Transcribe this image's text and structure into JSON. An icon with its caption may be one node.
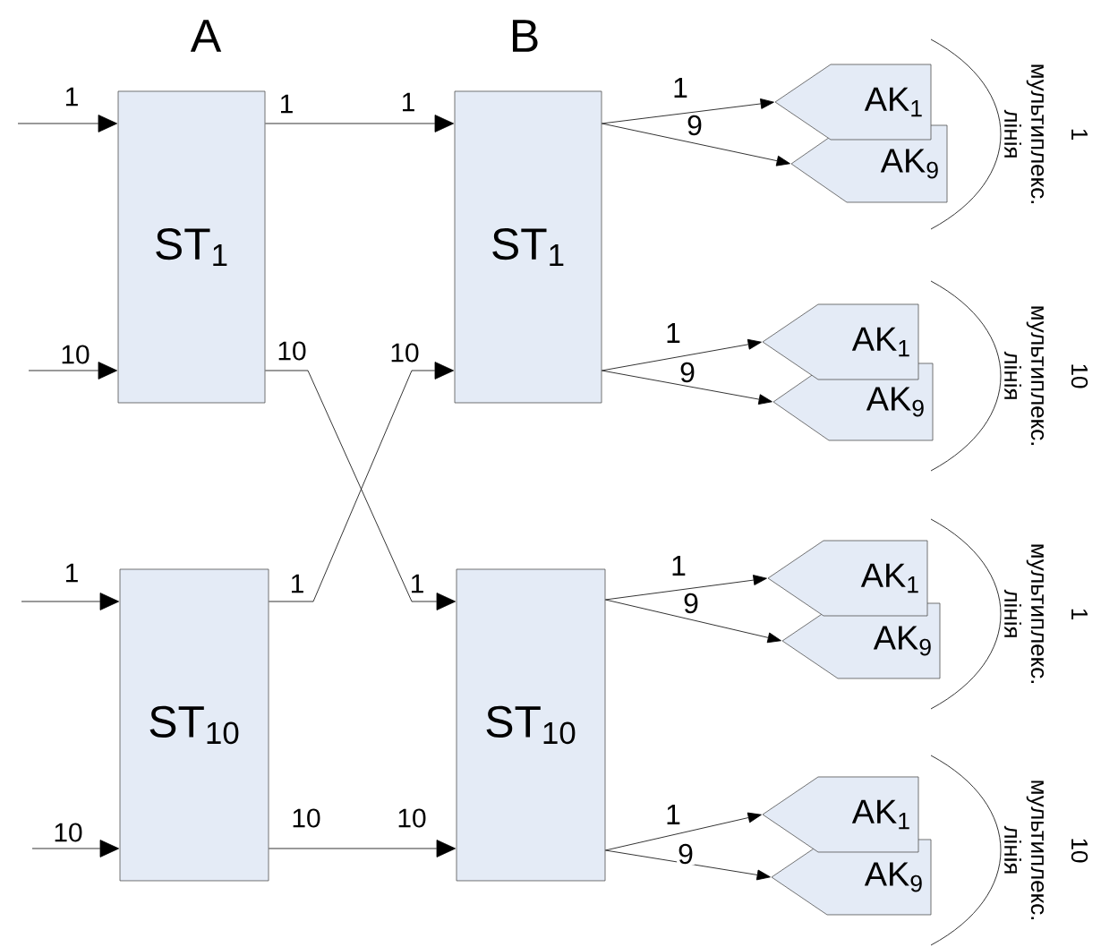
{
  "diagram": {
    "nodes": [
      {
        "text": [
          "ST$_{1}$"
        ]
      },
      {
        "text": [
          "ST$_{10}$"
        ]
      },
      {
        "text": [
          "ST$_{1}$"
        ]
      },
      {
        "text": [
          "ST$_{10}$"
        ]
      },
      {
        "text": [
          "AK$_{1}$"
        ]
      },
      {
        "text": [
          "AK$_{9}$"
        ]
      },
      {
        "text": [
          "AK$_{1}$"
        ]
      },
      {
        "text": [
          "AK$_{9}$"
        ]
      },
      {
        "text": [
          "AK$_{1}$"
        ]
      },
      {
        "text": [
          "AK$_{9}$"
        ]
      },
      {
        "text": [
          "AK$_{1}$"
        ]
      },
      {
        "text": [
          "AK$_{9}$"
        ]
      }
    ],
    "edges": [
      {
        "from": null,
        "to": 0,
        "arrow": "to"
      },
      {
        "from": null,
        "to": 0,
        "arrow": "to"
      },
      {
        "from": null,
        "to": 1,
        "arrow": "to"
      },
      {
        "from": null,
        "to": 1,
        "arrow": "to"
      },
      {
        "from": 0,
        "to": 2,
        "arrow": "to"
      },
      {
        "from": 0,
        "to": 3,
        "arrow": "to"
      },
      {
        "from": 1,
        "to": 2,
        "arrow": "to"
      },
      {
        "from": 1,
        "to": 3,
        "arrow": "to"
      },
      {
        "from": 2,
        "to": 4,
        "arrow": "to",
        "label": "1"
      },
      {
        "from": 2,
        "to": 5,
        "arrow": "to",
        "label": "9"
      },
      {
        "from": 2,
        "to": 6,
        "arrow": "to",
        "label": "1"
      },
      {
        "from": 2,
        "to": 7,
        "arrow": "to",
        "label": "9"
      },
      {
        "from": 3,
        "to": 8,
        "arrow": "to",
        "label": "1"
      },
      {
        "from": 3,
        "to": 9,
        "arrow": "to",
        "label": "9"
      },
      {
        "from": 3,
        "to": 10,
        "arrow": "to",
        "label": "1"
      },
      {
        "from": 3,
        "to": 11,
        "arrow": "to",
        "label": "9"
      }
    ],
    "labels": [
      "A",
      "B",
      "1",
      "1",
      "1",
      "10",
      "10",
      "10",
      "1",
      "1",
      "1",
      "10",
      "10",
      "10",
      "1",
      "мультиплекс. лінія",
      "10",
      "мультиплекс. лінія",
      "1",
      "мультиплекс. лінія",
      "10",
      "мультиплекс. лінія"
    ]
  }
}
